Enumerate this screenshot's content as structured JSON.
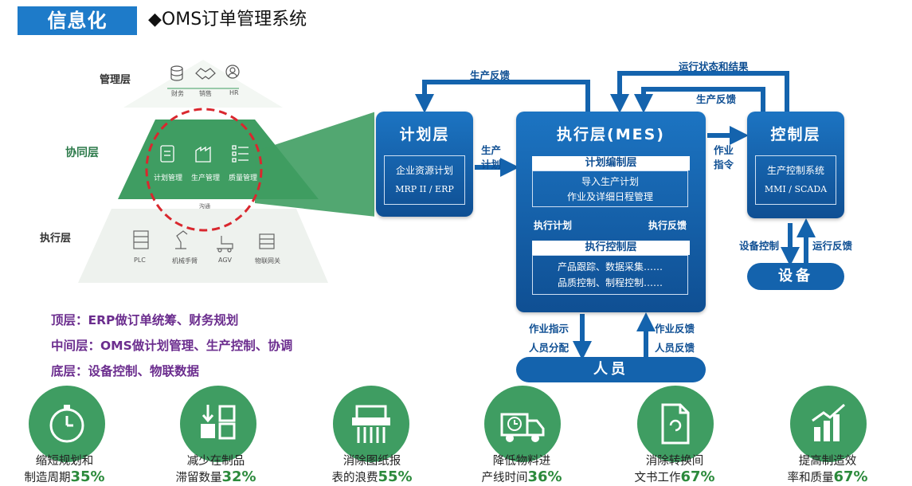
{
  "header": {
    "tag": "信息化",
    "title": "◆OMS订单管理系统"
  },
  "pyramid": {
    "top_layer": "管理层",
    "middle_layer": "协同层",
    "bottom_layer": "执行层",
    "top_items": [
      "财务",
      "销售",
      "HR"
    ],
    "middle_items": [
      "计划管理",
      "生产管理",
      "质量管理"
    ],
    "bottom_items": [
      "PLC",
      "机械手臂",
      "AGV",
      "物联网关"
    ],
    "link_label": "沟通"
  },
  "descriptions": [
    "顶层：ERP做订单统筹、财务规划",
    "中间层：OMS做计划管理、生产控制、协调",
    "底层：设备控制、物联数据"
  ],
  "architecture": {
    "plan": {
      "title": "计划层",
      "system": "企业资源计划",
      "system_sub": "MRP II / ERP"
    },
    "mes": {
      "title": "执行层(MES)",
      "plan_header": "计划编制层",
      "plan_body": "导入生产计划\n作业及详细日程管理",
      "control_header": "执行控制层",
      "control_body": "产品跟踪、数据采集……\n品质控制、制程控制……",
      "exec_plan": "执行计划",
      "exec_feedback": "执行反馈"
    },
    "control": {
      "title": "控制层",
      "system": "生产控制系统",
      "system_sub": "MMI / SCADA"
    },
    "equipment": "设备",
    "people": "人员",
    "flows": {
      "prod_feedback_top": "生产反馈",
      "run_status": "运行状态和结果",
      "prod_feedback_right": "生产反馈",
      "prod_plan": "生产\n计划",
      "work_order": "作业\n指令",
      "equip_control": "设备控制",
      "run_feedback": "运行反馈",
      "work_instruction": "作业指示",
      "staff_assign": "人员分配",
      "work_feedback": "作业反馈",
      "staff_feedback": "人员反馈"
    }
  },
  "metrics": [
    {
      "icon": "stopwatch-icon",
      "line1": "缩短规划和",
      "line2": "制造周期",
      "pct": "35%"
    },
    {
      "icon": "blocks-icon",
      "line1": "减少在制品",
      "line2": "滞留数量",
      "pct": "32%"
    },
    {
      "icon": "shredder-icon",
      "line1": "消除图纸报",
      "line2": "表的浪费",
      "pct": "55%"
    },
    {
      "icon": "truck-clock-icon",
      "line1": "降低物料进",
      "line2": "产线时间",
      "pct": "36%"
    },
    {
      "icon": "document-icon",
      "line1": "消除转换间",
      "line2": "文书工作",
      "pct": "67%"
    },
    {
      "icon": "bar-chart-icon",
      "line1": "提高制造效",
      "line2": "率和质量",
      "pct": "67%"
    }
  ],
  "colors": {
    "blue": "#1e7bc9",
    "dark_blue": "#0f4f93",
    "green": "#3f9d62",
    "purple": "#6b2d8e",
    "red_dash": "#d9272e"
  }
}
